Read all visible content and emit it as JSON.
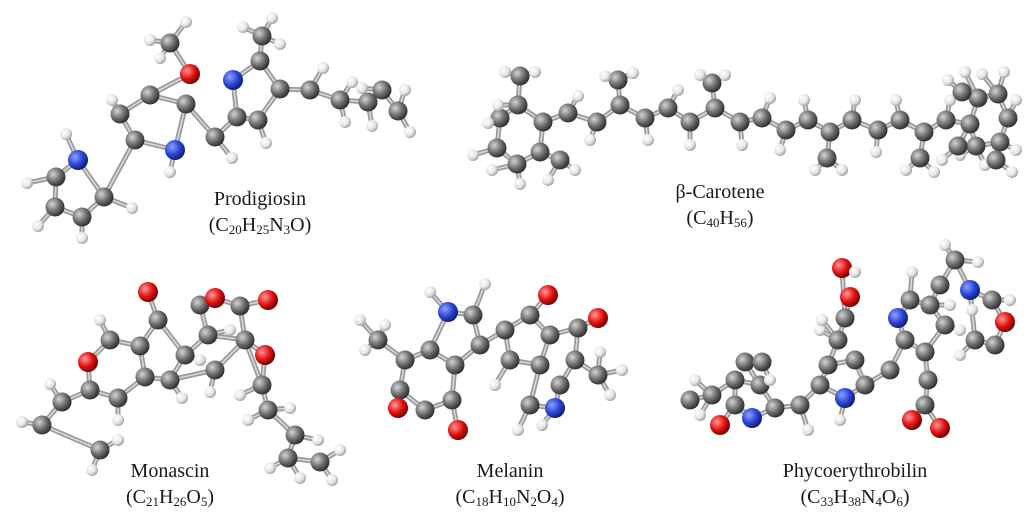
{
  "atom_colors": {
    "C": "#6e6e6e",
    "H": "#efefef",
    "N": "#2b46d8",
    "O": "#e41212"
  },
  "bond_color": "#9a9a9a",
  "molecules": [
    {
      "name": "Prodigiosin",
      "formula": [
        [
          "C",
          "20"
        ],
        [
          "H",
          "25"
        ],
        [
          "N",
          "3"
        ],
        [
          "O",
          ""
        ]
      ]
    },
    {
      "name": "β-Carotene",
      "formula": [
        [
          "C",
          "40"
        ],
        [
          "H",
          "56"
        ]
      ]
    },
    {
      "name": "Monascin",
      "formula": [
        [
          "C",
          "21"
        ],
        [
          "H",
          "26"
        ],
        [
          "O",
          "5"
        ]
      ]
    },
    {
      "name": "Melanin",
      "formula": [
        [
          "C",
          "18"
        ],
        [
          "H",
          "10"
        ],
        [
          "N",
          "2"
        ],
        [
          "O",
          "4"
        ]
      ]
    },
    {
      "name": "Phycoerythrobilin",
      "formula": [
        [
          "C",
          "33"
        ],
        [
          "H",
          "38"
        ],
        [
          "N",
          "4"
        ],
        [
          "O",
          "6"
        ]
      ]
    }
  ]
}
